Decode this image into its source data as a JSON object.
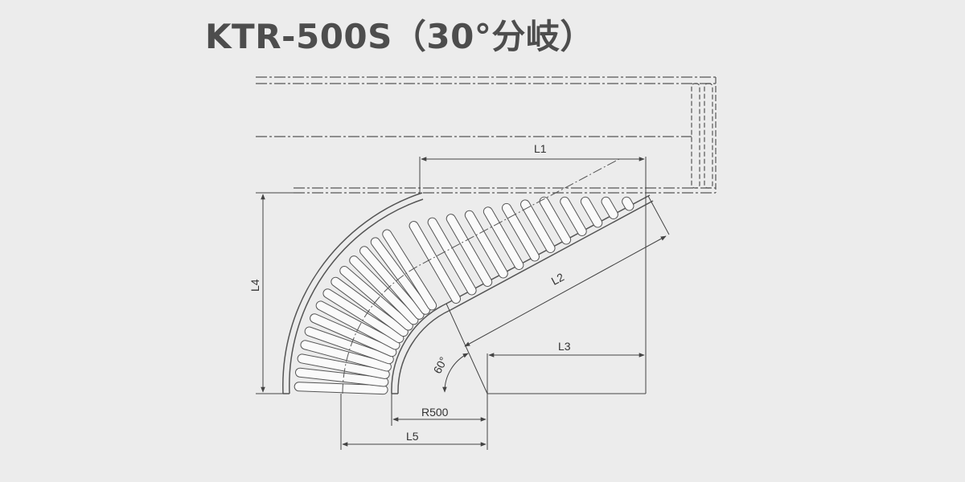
{
  "title": "KTR-500S（30°分岐）",
  "labels": {
    "l1": "L1",
    "l2": "L2",
    "l3": "L3",
    "l4": "L4",
    "l5": "L5",
    "radius": "R500",
    "angle": "60°"
  },
  "colors": {
    "background": "#ececec",
    "line": "#555555",
    "roller": "#fafafa",
    "title": "#4d4d4d"
  },
  "diagram": {
    "roller_count": 26,
    "sweep_degrees": 60,
    "straight_roller_count": 12
  }
}
